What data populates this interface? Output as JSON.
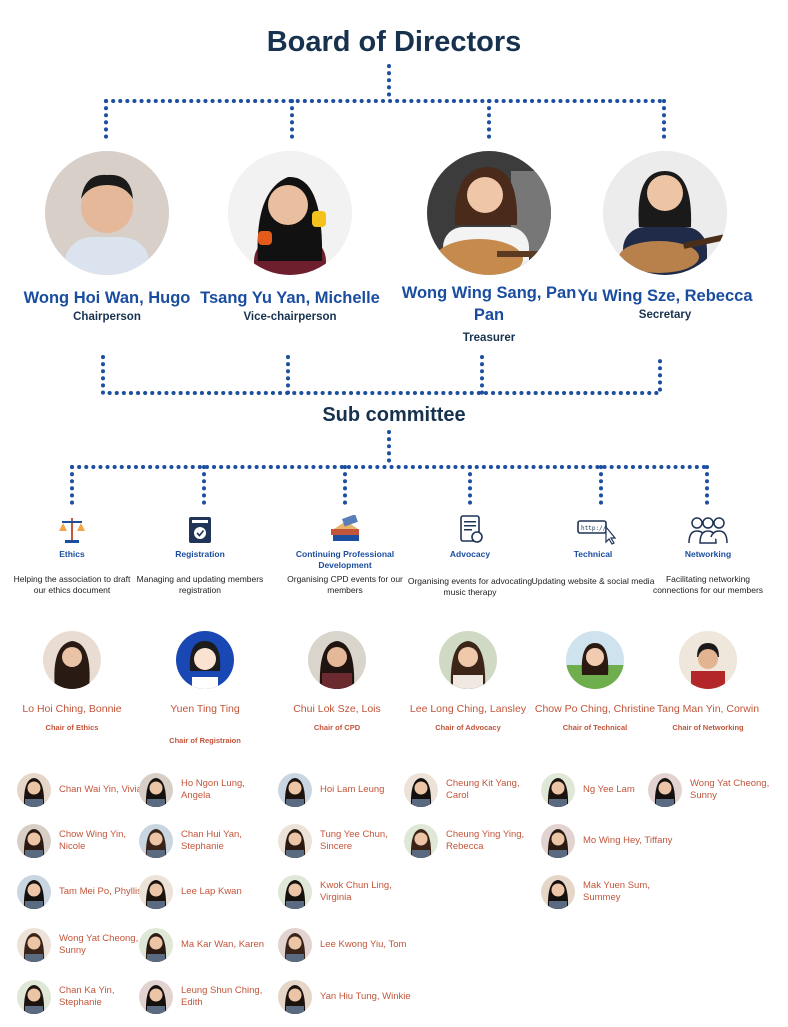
{
  "title": "Board of Directors",
  "subcommittee_title": "Sub committee",
  "colors": {
    "navy": "#17324f",
    "blue": "#1a4d9f",
    "accent": "#c2553a",
    "dot": "#1d4fa0"
  },
  "directors": [
    {
      "name": "Wong Hoi Wan, Hugo",
      "role": "Chairperson"
    },
    {
      "name": "Tsang Yu Yan, Michelle",
      "role": "Vice-chairperson"
    },
    {
      "name": "Wong Wing Sang, Pan Pan",
      "role": "Treasurer"
    },
    {
      "name": "Yu Wing Sze, Rebecca",
      "role": "Secretary"
    }
  ],
  "committees": [
    {
      "name": "Ethics",
      "icon": "scales-icon",
      "desc": "Helping the association to draft our ethics document",
      "chair_name": "Lo Hoi Ching, Bonnie",
      "chair_role": "Chair of Ethics"
    },
    {
      "name": "Registration",
      "icon": "folder-check-icon",
      "desc": "Managing and updating members registration",
      "chair_name": "Yuen Ting Ting",
      "chair_role": "Chair of Registraion"
    },
    {
      "name": "Continuing Professional Development",
      "icon": "books-icon",
      "desc": "Organising CPD events for our members",
      "chair_name": "Chui Lok Sze, Lois",
      "chair_role": "Chair of CPD"
    },
    {
      "name": "Advocacy",
      "icon": "document-pen-icon",
      "desc": "Organising events for advocating music therapy",
      "chair_name": "Lee Long Ching, Lansley",
      "chair_role": "Chair of Advocacy"
    },
    {
      "name": "Technical",
      "icon": "browser-cursor-icon",
      "desc": "Updating website & social media",
      "chair_name": "Chow Po Ching, Christine",
      "chair_role": "Chair of Technical"
    },
    {
      "name": "Networking",
      "icon": "people-group-icon",
      "desc": "Facilitating networking connections for our members",
      "chair_name": "Tang Man Yin, Corwin",
      "chair_role": "Chair of Networking"
    }
  ],
  "member_columns": [
    [
      "Chan Wai Yin, Vivian",
      "Chow Wing Yin, Nicole",
      "Tam Mei Po, Phyllis",
      "Wong Yat Cheong, Sunny",
      "Chan Ka Yin, Stephanie"
    ],
    [
      "Ho Ngon Lung, Angela",
      "Chan Hui Yan, Stephanie",
      "Lee Lap Kwan",
      "Ma Kar Wan, Karen",
      "Leung Shun Ching, Edith"
    ],
    [
      "Hoi Lam Leung",
      "Tung Yee Chun, Sincere",
      "Kwok Chun Ling, Virginia",
      "Lee Kwong Yiu, Tom",
      "Yan Hiu Tung, Winkie"
    ],
    [
      "Cheung Kit Yang, Carol",
      "Cheung Ying Ying, Rebecca"
    ],
    [
      "Ng Yee Lam",
      "Mo Wing Hey, Tiffany",
      "Mak Yuen Sum, Summey"
    ],
    [
      "Wong Yat Cheong, Sunny"
    ]
  ]
}
